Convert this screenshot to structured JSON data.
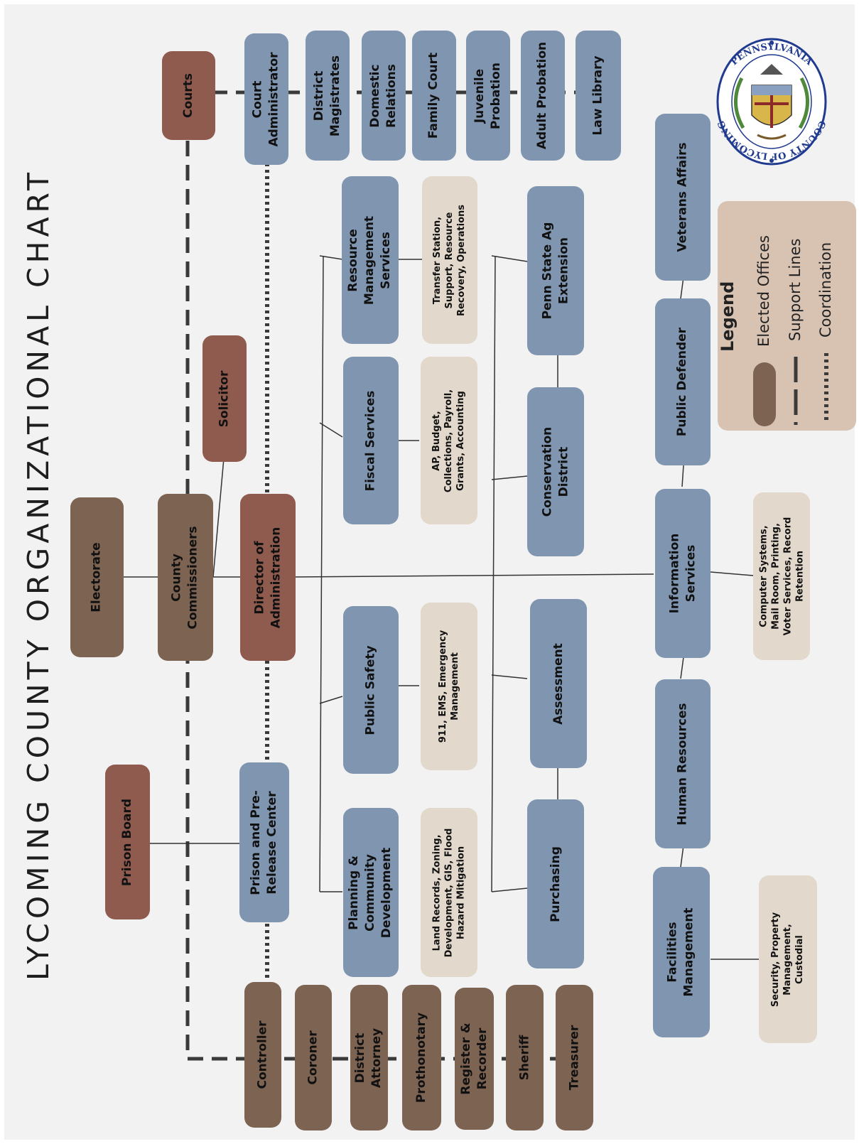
{
  "title": "LYCOMING COUNTY ORGANIZATIONAL CHART",
  "nodes": {
    "electorate": "Electorate",
    "county_commissioners": "County\nCommissioners",
    "director_admin": "Director of\nAdministration",
    "solicitor": "Solicitor",
    "courts": "Courts",
    "prison_board": "Prison Board",
    "prison_center": "Prison and Pre-\nRelease Center",
    "court_admin": "Court\nAdministrator",
    "district_magistrates": "District\nMagistrates",
    "domestic_relations": "Domestic\nRelations",
    "family_court": "Family Court",
    "juvenile_probation": "Juvenile\nProbation",
    "adult_probation": "Adult Probation",
    "law_library": "Law Library",
    "controller": "Controller",
    "coroner": "Coroner",
    "district_attorney": "District\nAttorney",
    "prothonotary": "Prothonotary",
    "register_recorder": "Register &\nRecorder",
    "sheriff": "Sheriff",
    "treasurer": "Treasurer",
    "resource_mgmt": "Resource\nManagement\nServices",
    "fiscal_services": "Fiscal Services",
    "public_safety": "Public Safety",
    "planning": "Planning &\nCommunity\nDevelopment",
    "penn_state": "Penn State Ag\nExtension",
    "conservation": "Conservation\nDistrict",
    "assessment": "Assessment",
    "purchasing": "Purchasing",
    "veterans": "Veterans Affairs",
    "public_defender": "Public Defender",
    "info_services": "Information\nServices",
    "human_resources": "Human Resources",
    "facilities": "Facilities\nManagement"
  },
  "notes": {
    "resource_mgmt": "Transfer Station,\nSupport, Resource\nRecovery, Operations",
    "fiscal_services": "AP, Budget,\nCollections, Payroll,\nGrants, Accounting",
    "public_safety": "911, EMS, Emergency\nManagement",
    "planning": "Land Records, Zoning,\nDevelopment, GIS, Flood\nHazard Mitigation",
    "info_services": "Computer Systems,\nMail Room, Printing,\nVoter Services, Record\nRetention",
    "facilities": "Security, Property\nManagement,\nCustodial"
  },
  "legend": {
    "title": "Legend",
    "elected": "Elected Offices",
    "support": "Support Lines",
    "coordination": "Coordination"
  },
  "seal": {
    "top_text": "COUNTY OF LYCOMING",
    "bottom_text": "PENNSYLVANIA"
  },
  "colors": {
    "elected": "#7d6352",
    "elected_highlight": "#8f5b4e",
    "department": "#7f95b0",
    "note": "#e3d8cc",
    "legend": "#d8c3b3"
  }
}
